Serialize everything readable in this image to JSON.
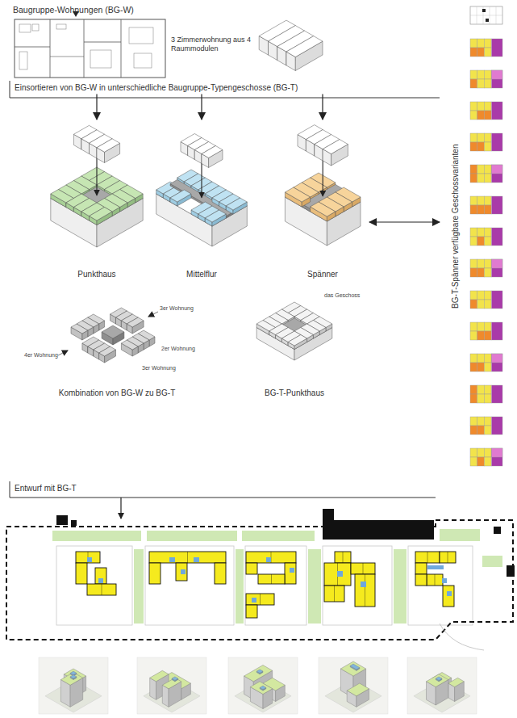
{
  "diagram": {
    "title": "Baugruppe-Wohnungen (BG-W)",
    "nodes": [
      {
        "text": [
          "3 Zimmerwohnung aus 4 Raummodulen"
        ]
      },
      {
        "text": [
          "Einsortieren von BG-W in unterschiedliche Baugruppe-Typengeschosse (BG-T)"
        ]
      },
      {
        "text": [
          "Punkthaus"
        ]
      },
      {
        "text": [
          "Mittelflur"
        ]
      },
      {
        "text": [
          "Spänner"
        ]
      },
      {
        "text": [
          "BG-T-Spänner verfügbare Geschossvarianten"
        ]
      },
      {
        "text": [
          "Kombination von BG-W zu BG-T"
        ]
      },
      {
        "text": [
          "BG-T-Punkthaus"
        ]
      },
      {
        "text": [
          "Entwurf mit BG-T"
        ]
      }
    ],
    "edges": [
      {
        "from": 1,
        "to": 2,
        "arrow": "to"
      },
      {
        "from": 1,
        "to": 3,
        "arrow": "to"
      },
      {
        "from": 1,
        "to": 4,
        "arrow": "to"
      },
      {
        "from": 4,
        "to": 5,
        "arrow": "both"
      }
    ],
    "labels": [
      "4er Wohnung",
      "3er Wohnung",
      "2er Wohnung",
      "3er Wohnung",
      "das Geschoss"
    ]
  }
}
